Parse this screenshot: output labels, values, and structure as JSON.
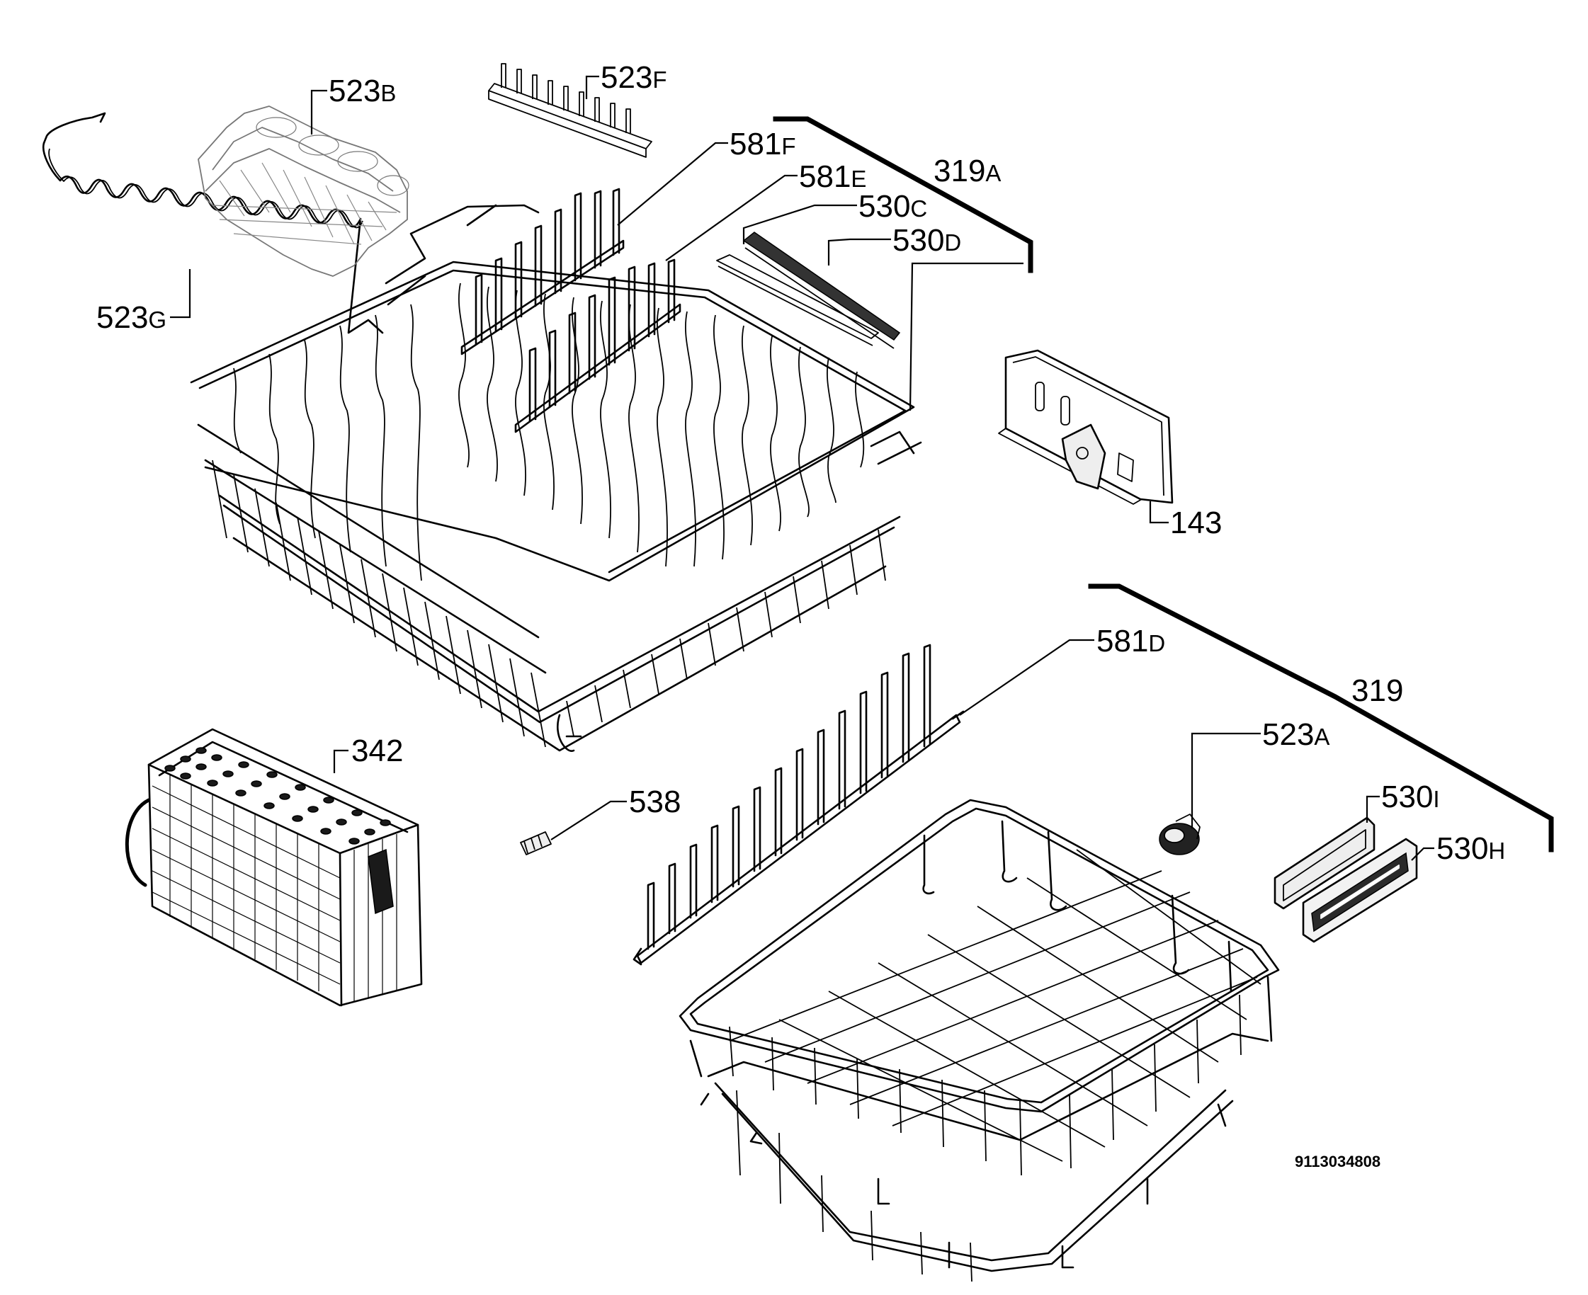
{
  "labels": {
    "l523B": {
      "num": "523",
      "suf": "B"
    },
    "l523F": {
      "num": "523",
      "suf": "F"
    },
    "l581F": {
      "num": "581",
      "suf": "F"
    },
    "l581E": {
      "num": "581",
      "suf": "E"
    },
    "l319A": {
      "num": "319",
      "suf": "A"
    },
    "l530C": {
      "num": "530",
      "suf": "C"
    },
    "l530D": {
      "num": "530",
      "suf": "D"
    },
    "l523G": {
      "num": "523",
      "suf": "G"
    },
    "l143": {
      "num": "143",
      "suf": ""
    },
    "l581D": {
      "num": "581",
      "suf": "D"
    },
    "l319": {
      "num": "319",
      "suf": ""
    },
    "l342": {
      "num": "342",
      "suf": ""
    },
    "l523A": {
      "num": "523",
      "suf": "A"
    },
    "l538": {
      "num": "538",
      "suf": ""
    },
    "l530I": {
      "num": "530",
      "suf": "I"
    },
    "l530H": {
      "num": "530",
      "suf": "H"
    }
  },
  "drawing_code": "9113034808"
}
